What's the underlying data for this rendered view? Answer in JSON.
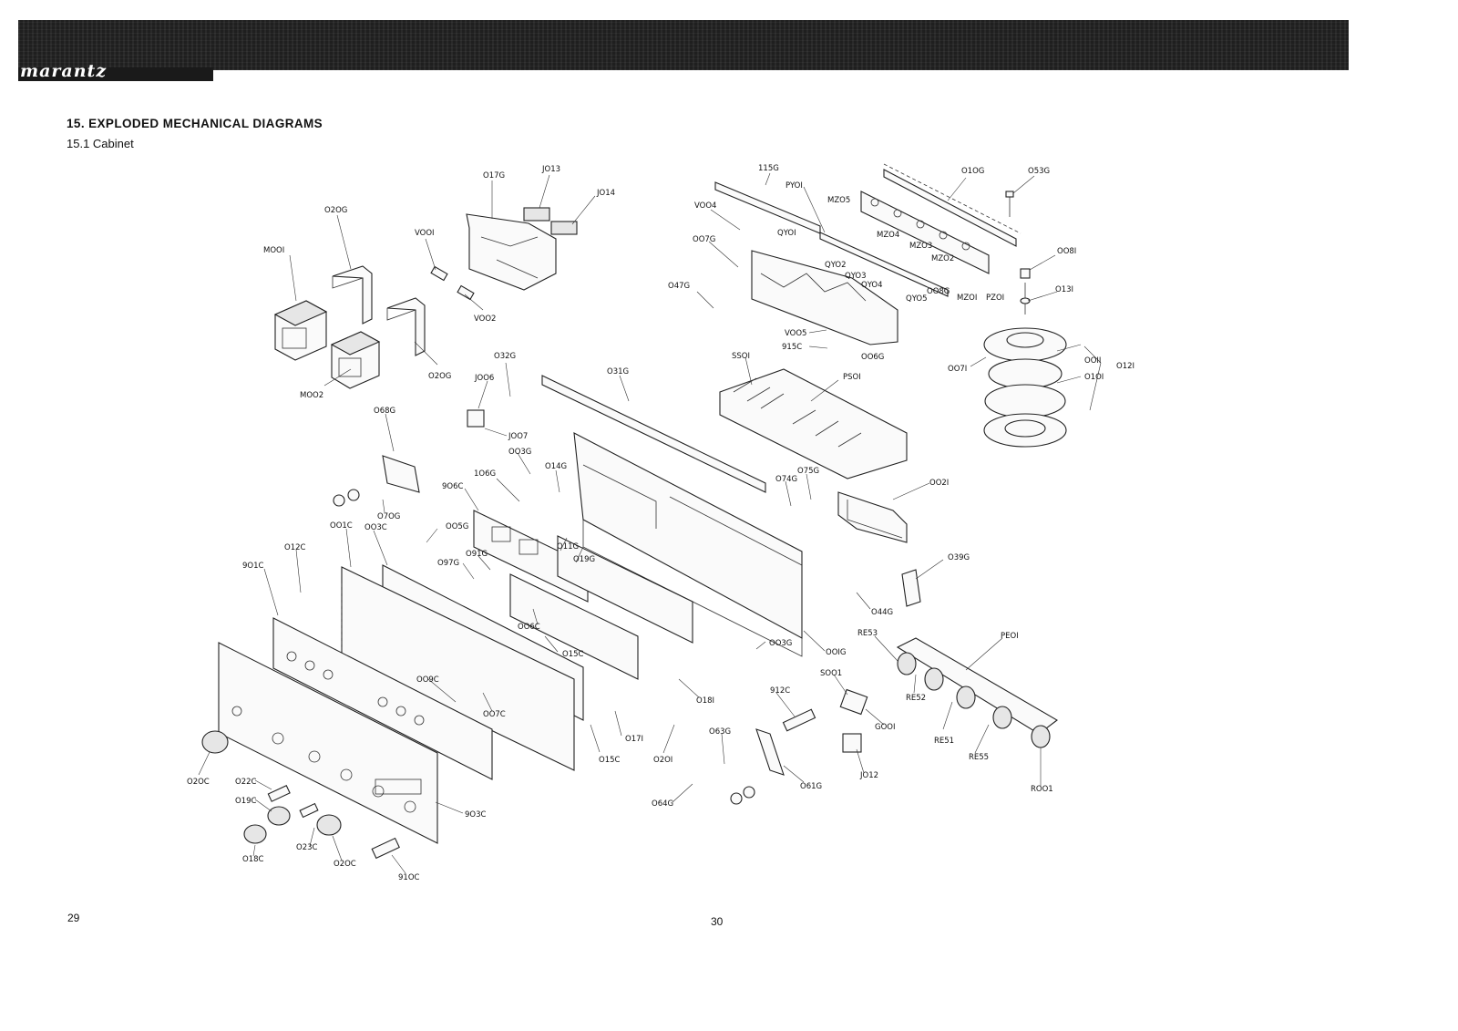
{
  "header": {
    "brand": "marantz"
  },
  "section": {
    "title": "15. EXPLODED MECHANICAL DIAGRAMS",
    "subtitle": "15.1 Cabinet"
  },
  "pages": {
    "left": "29",
    "right": "30"
  },
  "parts": [
    {
      "id": "M001",
      "text": "MOOI"
    },
    {
      "id": "M002",
      "text": "MOO2"
    },
    {
      "id": "020G-a",
      "text": "O2OG"
    },
    {
      "id": "020G-b",
      "text": "O2OG"
    },
    {
      "id": "017G",
      "text": "O17G"
    },
    {
      "id": "J013",
      "text": "JO13"
    },
    {
      "id": "J014",
      "text": "JO14"
    },
    {
      "id": "V001",
      "text": "VOOI"
    },
    {
      "id": "V002",
      "text": "VOO2"
    },
    {
      "id": "115G",
      "text": "115G"
    },
    {
      "id": "PY01",
      "text": "PYOI"
    },
    {
      "id": "V004",
      "text": "VOO4"
    },
    {
      "id": "007G",
      "text": "OO7G"
    },
    {
      "id": "QY01",
      "text": "QYOI"
    },
    {
      "id": "MZ05",
      "text": "MZO5"
    },
    {
      "id": "MZ04",
      "text": "MZO4"
    },
    {
      "id": "MZ03",
      "text": "MZO3"
    },
    {
      "id": "MZ02",
      "text": "MZO2"
    },
    {
      "id": "MZ01",
      "text": "MZOI"
    },
    {
      "id": "PZ01",
      "text": "PZOI"
    },
    {
      "id": "QY02",
      "text": "QYO2"
    },
    {
      "id": "QY03",
      "text": "QYO3"
    },
    {
      "id": "QY04",
      "text": "QYO4"
    },
    {
      "id": "QY05",
      "text": "QYO5"
    },
    {
      "id": "008G",
      "text": "OO8G"
    },
    {
      "id": "010G",
      "text": "O1OG"
    },
    {
      "id": "053G",
      "text": "O53G"
    },
    {
      "id": "008I",
      "text": "OO8I"
    },
    {
      "id": "013I",
      "text": "O13I"
    },
    {
      "id": "047G",
      "text": "O47G"
    },
    {
      "id": "V005",
      "text": "VOO5"
    },
    {
      "id": "915C",
      "text": "915C"
    },
    {
      "id": "006G",
      "text": "OO6G"
    },
    {
      "id": "007I",
      "text": "OO7I"
    },
    {
      "id": "001I",
      "text": "OOII"
    },
    {
      "id": "010I",
      "text": "O1OI"
    },
    {
      "id": "012I",
      "text": "O12I"
    },
    {
      "id": "032G",
      "text": "O32G"
    },
    {
      "id": "031G",
      "text": "O31G"
    },
    {
      "id": "SS01",
      "text": "SSOI"
    },
    {
      "id": "PS01",
      "text": "PSOI"
    },
    {
      "id": "J006",
      "text": "JOO6"
    },
    {
      "id": "068G",
      "text": "O68G"
    },
    {
      "id": "J007",
      "text": "JOO7"
    },
    {
      "id": "003G-a",
      "text": "OO3G"
    },
    {
      "id": "014G",
      "text": "O14G"
    },
    {
      "id": "106G",
      "text": "1O6G"
    },
    {
      "id": "906C",
      "text": "9O6C"
    },
    {
      "id": "070G",
      "text": "O7OG"
    },
    {
      "id": "074G",
      "text": "O74G"
    },
    {
      "id": "075G",
      "text": "O75G"
    },
    {
      "id": "002I",
      "text": "OO2I"
    },
    {
      "id": "001C",
      "text": "OO1C"
    },
    {
      "id": "003C",
      "text": "OO3C"
    },
    {
      "id": "005G",
      "text": "OO5G"
    },
    {
      "id": "012C",
      "text": "O12C"
    },
    {
      "id": "901C",
      "text": "9O1C"
    },
    {
      "id": "091G",
      "text": "O91G"
    },
    {
      "id": "097G",
      "text": "O97G"
    },
    {
      "id": "011G",
      "text": "O11G"
    },
    {
      "id": "019G",
      "text": "O19G"
    },
    {
      "id": "039G",
      "text": "O39G"
    },
    {
      "id": "044G",
      "text": "O44G"
    },
    {
      "id": "006C",
      "text": "OO6C"
    },
    {
      "id": "015C-a",
      "text": "O15C"
    },
    {
      "id": "001G",
      "text": "OOIG"
    },
    {
      "id": "003G-b",
      "text": "OO3G"
    },
    {
      "id": "RE53",
      "text": "RE53"
    },
    {
      "id": "PE01",
      "text": "PEOI"
    },
    {
      "id": "009C",
      "text": "OO9C"
    },
    {
      "id": "007C",
      "text": "OO7C"
    },
    {
      "id": "018I",
      "text": "O18I"
    },
    {
      "id": "912C",
      "text": "912C"
    },
    {
      "id": "S001",
      "text": "SOO1"
    },
    {
      "id": "RE52",
      "text": "RE52"
    },
    {
      "id": "G001",
      "text": "GOOI"
    },
    {
      "id": "RE51",
      "text": "RE51"
    },
    {
      "id": "017I",
      "text": "O17I"
    },
    {
      "id": "063G",
      "text": "O63G"
    },
    {
      "id": "RE55",
      "text": "RE55"
    },
    {
      "id": "015C-b",
      "text": "O15C"
    },
    {
      "id": "020I",
      "text": "O2OI"
    },
    {
      "id": "061G",
      "text": "O61G"
    },
    {
      "id": "J012",
      "text": "JO12"
    },
    {
      "id": "R001",
      "text": "ROO1"
    },
    {
      "id": "020C-a",
      "text": "O2OC"
    },
    {
      "id": "022C",
      "text": "O22C"
    },
    {
      "id": "019C",
      "text": "O19C"
    },
    {
      "id": "064G",
      "text": "O64G"
    },
    {
      "id": "903C",
      "text": "9O3C"
    },
    {
      "id": "023C",
      "text": "O23C"
    },
    {
      "id": "018C",
      "text": "O18C"
    },
    {
      "id": "020C-b",
      "text": "O2OC"
    },
    {
      "id": "910C",
      "text": "91OC"
    }
  ]
}
